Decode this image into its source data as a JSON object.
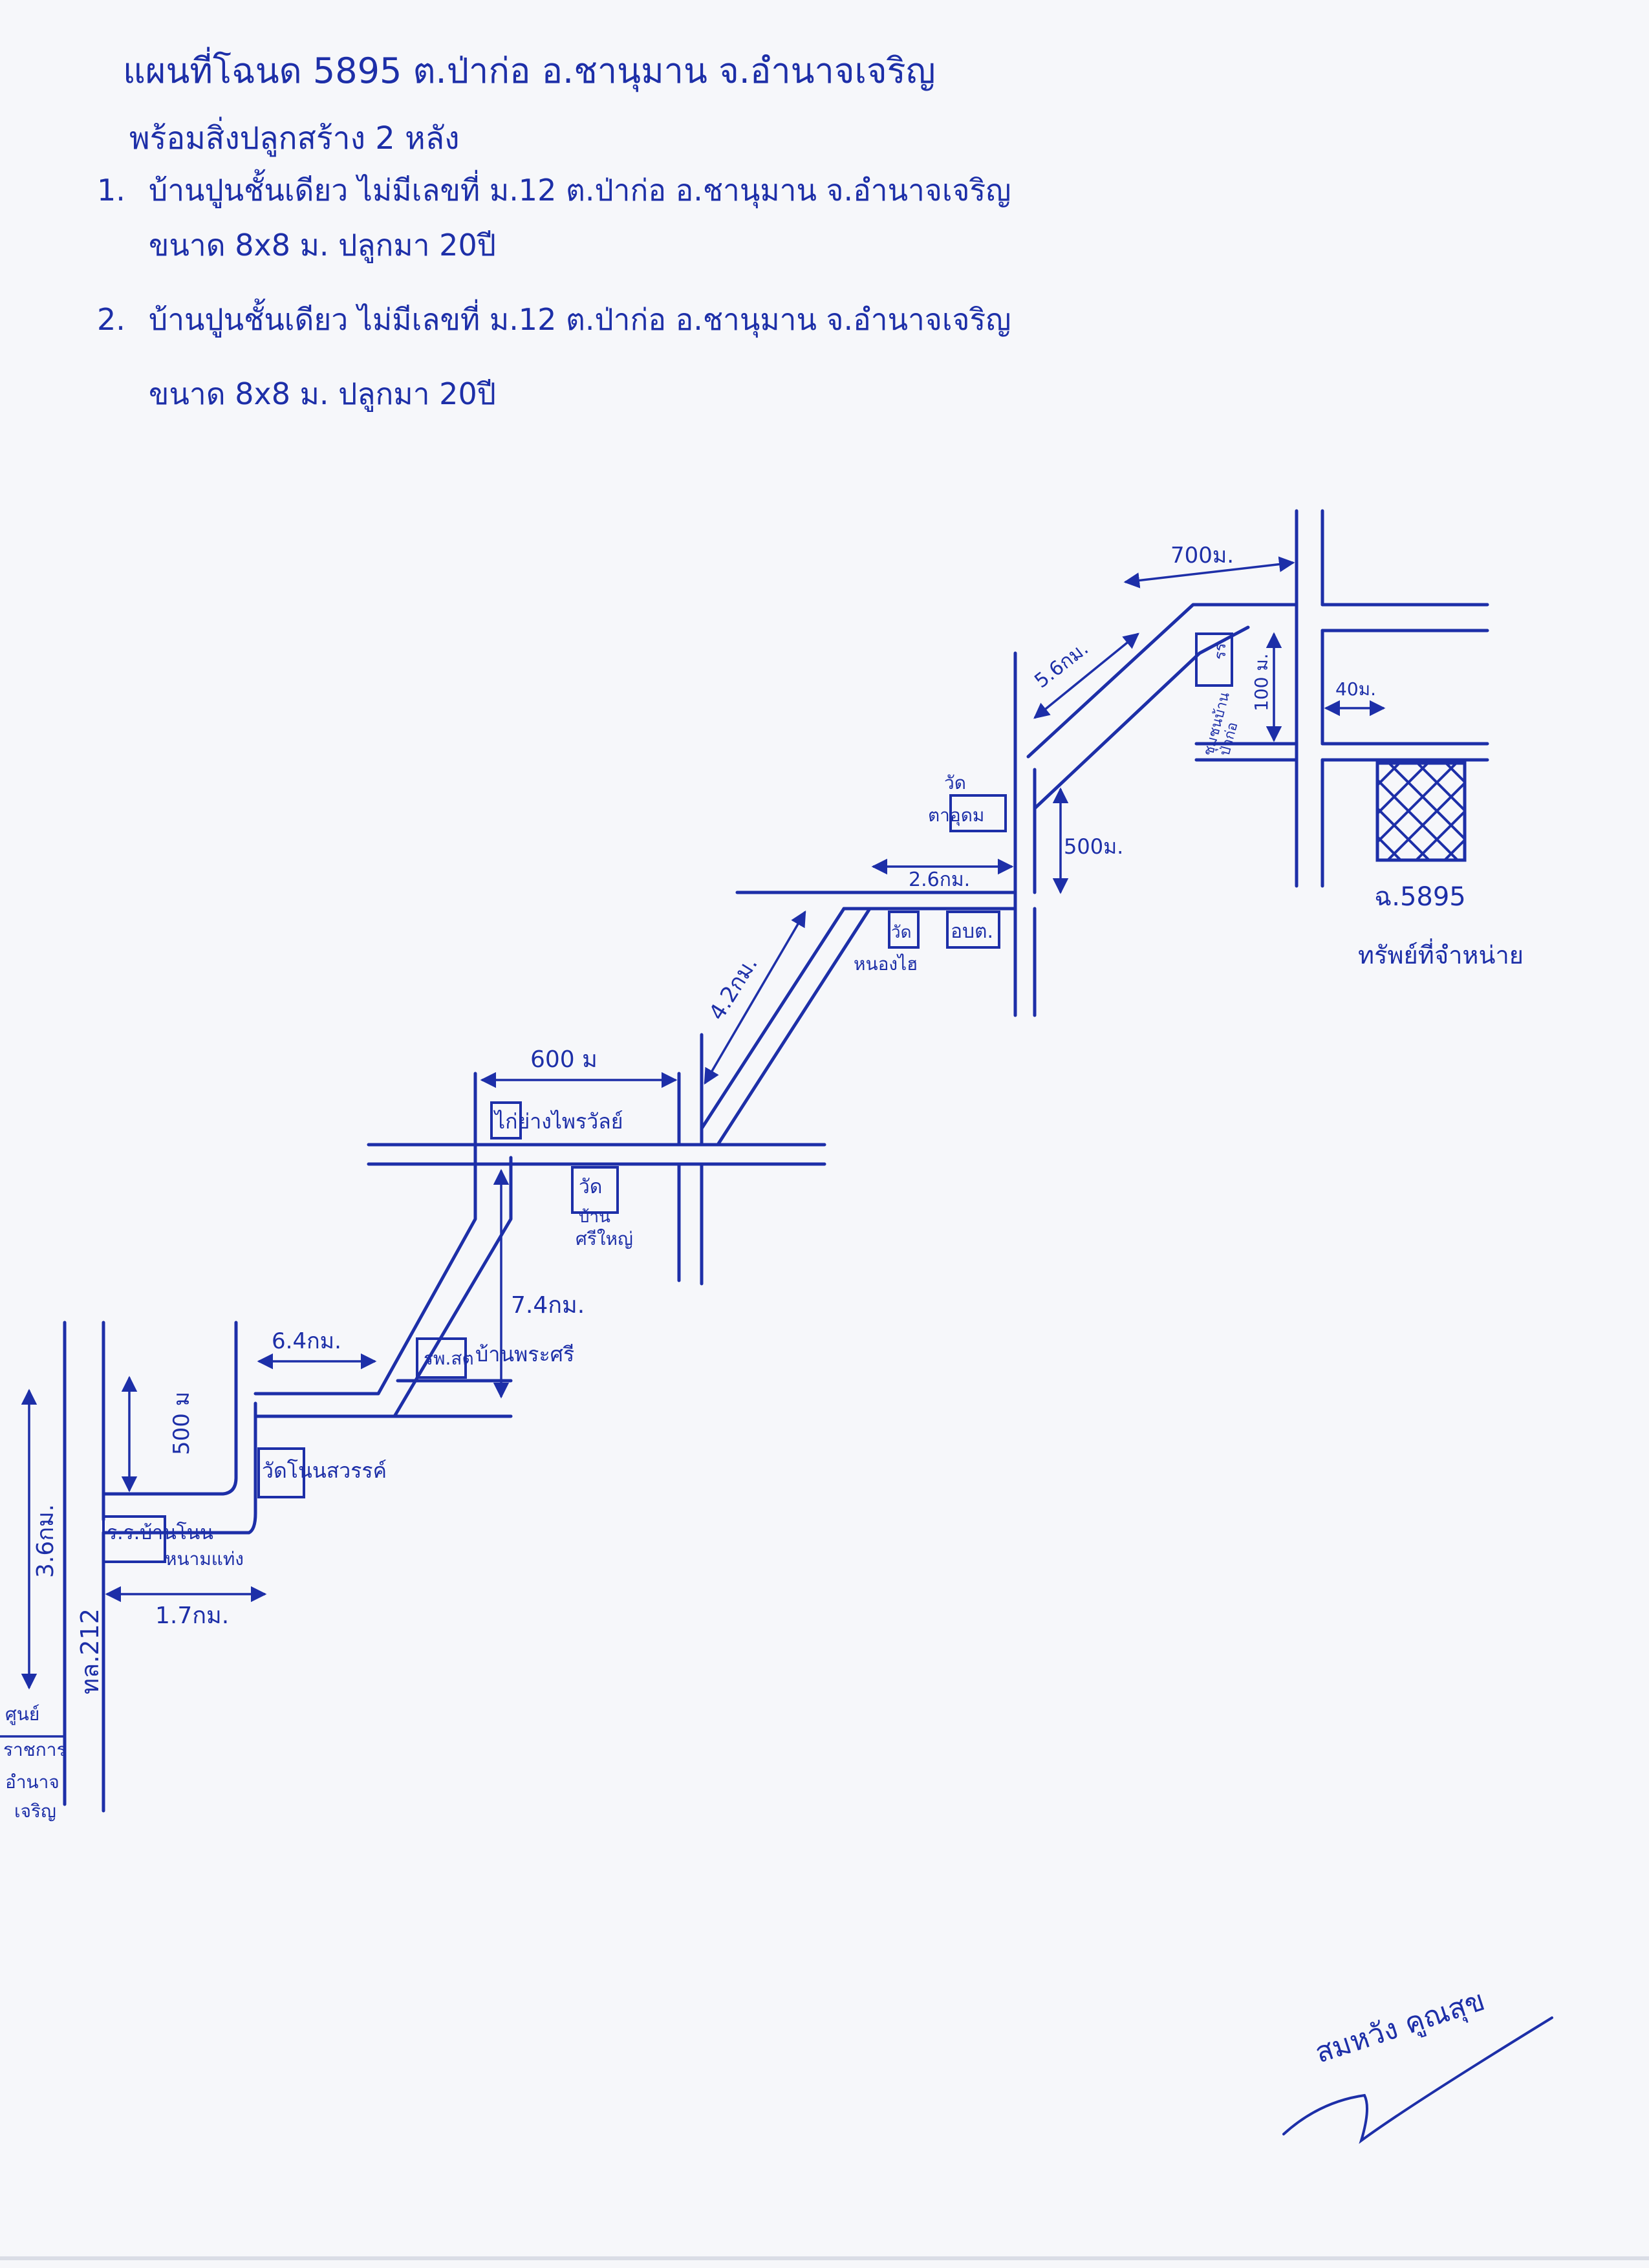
{
  "header": {
    "title": "แผนที่โฉนด 5895   ต.ป่าก่อ   อ.ชานุมาน   จ.อำนาจเจริญ",
    "subtitle": "พร้อมสิ่งปลูกสร้าง 2 หลัง",
    "items": [
      {
        "number": "1.",
        "line1": "บ้านปูนชั้นเดียว ไม่มีเลขที่ ม.12 ต.ป่าก่อ อ.ชานุมาน จ.อำนาจเจริญ",
        "line2": "ขนาด 8x8 ม. ปลูกมา 20ปี"
      },
      {
        "number": "2.",
        "line1": "บ้านปูนชั้นเดียว ไม่มีเลขที่ ม.12 ต.ป่าก่อ อ.ชานุมาน จ.อำนาจเจริญ",
        "line2": "ขนาด 8x8 ม. ปลูกมา 20ปี"
      }
    ]
  },
  "map": {
    "highway_label": "ทล.212",
    "center_label_lines": [
      "ศูนย์",
      "ราชการ",
      "อำนาจ",
      "เจริญ"
    ],
    "distances": {
      "d_3_6km": "3.6กม.",
      "d_500m_first": "500 ม",
      "d_1_7km": "1.7กม.",
      "d_6_4km": "6.4กม.",
      "d_7_4km": "7.4กม.",
      "d_600m": "600 ม",
      "d_4_2km": "4.2กม.",
      "d_2_6km": "2.6กม.",
      "d_500m_second": "500ม.",
      "d_5_6km": "5.6กม.",
      "d_700m": "700ม.",
      "d_100m": "100 ม.",
      "d_40m": "40ม."
    },
    "places": {
      "school_line1": "ร.ร.บ้านโนน",
      "school_line2": "หนามแท่ง",
      "temple_1": "วัดโนนสวรรค์",
      "hospital": "รพ.สต",
      "village": "บ้านพระศรี",
      "shop": "ไก่ย่างไพรวัลย์",
      "temple_2_lines": [
        "วัด",
        "บ้าน",
        "ศรีใหญ่"
      ],
      "temple_3_lines": [
        "วัด",
        "หนองไฮ"
      ],
      "obt": "อบต.",
      "temple_4_lines": [
        "วัด",
        "ตาอุดม"
      ],
      "school_2_lines": [
        "รร.",
        "ชุมชนบ้าน",
        "ป่าก่อ"
      ],
      "plot_number": "ฉ.5895",
      "plot_caption": "ทรัพย์ที่จำหน่าย"
    }
  },
  "signature": {
    "name": "สมหวัง คูณสุข"
  },
  "colors": {
    "ink": "#1d2fa8",
    "paper": "#f6f7fa"
  }
}
